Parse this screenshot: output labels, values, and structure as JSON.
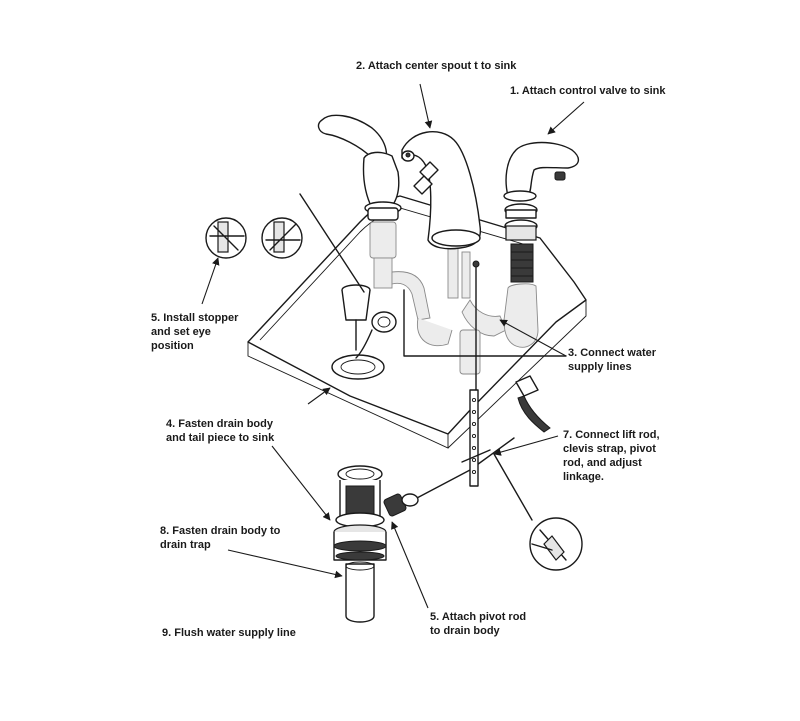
{
  "steps": {
    "s1": "1. Attach control valve to sink",
    "s2": "2. Attach center spout t to sink",
    "s3": "3. Connect water\nsupply lines",
    "s4": "4. Fasten drain body\nand tail piece to sink",
    "s5a": "5. Install stopper\nand set eye\nposition",
    "s5b": "5. Attach pivot rod\nto drain body",
    "s7": "7. Connect lift rod,\nclevis strap, pivot\nrod, and adjust\nlinkage.",
    "s8": "8. Fasten drain body to\ndrain trap",
    "s9": "9. Flush water supply line"
  },
  "colors": {
    "line": "#1a1a1a",
    "fill": "#ffffff",
    "shade": "#d9d9d9",
    "dark": "#444444"
  },
  "icons": [
    "faucet-handle-icon",
    "spout-icon",
    "drain-icon",
    "stopper-icon",
    "pivot-rod-icon",
    "supply-hose-icon"
  ]
}
